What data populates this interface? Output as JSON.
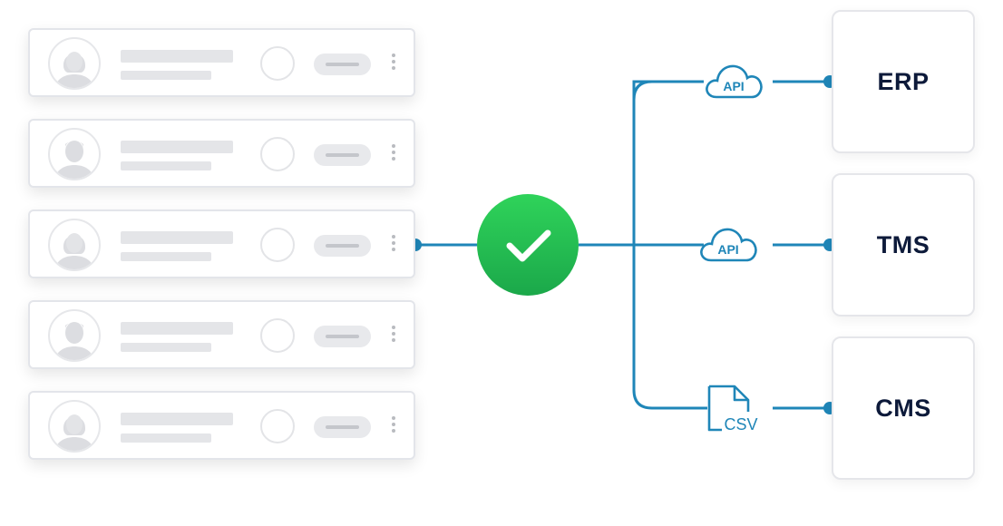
{
  "records": [
    {
      "avatar": "female-avatar-icon"
    },
    {
      "avatar": "male-avatar-icon"
    },
    {
      "avatar": "female-avatar-icon"
    },
    {
      "avatar": "male-avatar-icon"
    },
    {
      "avatar": "female-avatar-icon"
    }
  ],
  "integrations": [
    {
      "method": "API",
      "icon": "api-cloud-icon",
      "system": "ERP"
    },
    {
      "method": "API",
      "icon": "api-cloud-icon",
      "system": "TMS"
    },
    {
      "method": "CSV",
      "icon": "csv-file-icon",
      "system": "CMS"
    }
  ],
  "colors": {
    "line": "#1f86b8",
    "check": "#22c552",
    "system_text": "#0d1a3a"
  }
}
